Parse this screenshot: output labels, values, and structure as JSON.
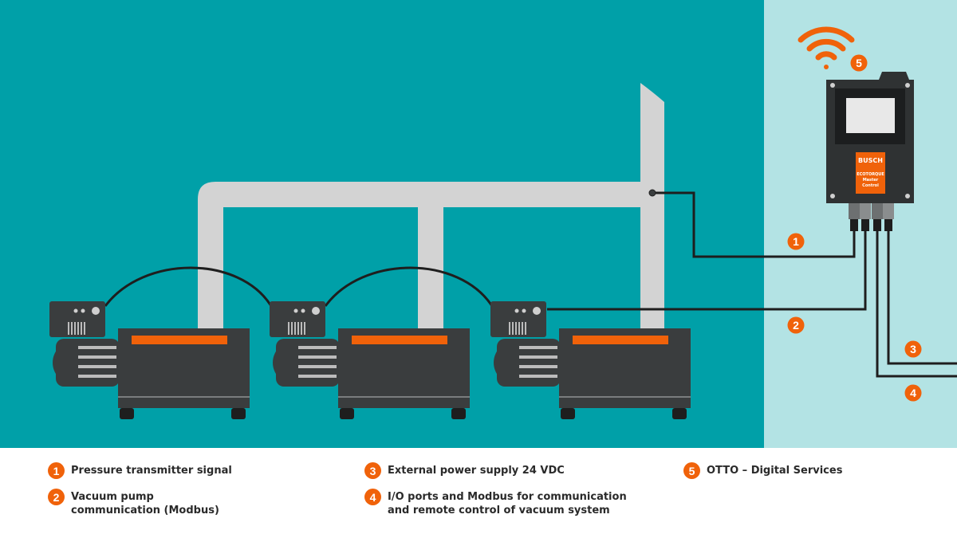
{
  "colors": {
    "background_teal": "#00a0a8",
    "panel_light": "#b3e3e4",
    "pipe_gray": "#d3d3d3",
    "pump_dark": "#3a3d3e",
    "accent_orange": "#f0620a",
    "cable_black": "#1e1e1e"
  },
  "controller": {
    "brand": "BUSCH",
    "product_line1": "ECOTORQUE",
    "product_line2": "Master",
    "product_line3": "Control"
  },
  "markers": {
    "m1": "1",
    "m2": "2",
    "m3": "3",
    "m4": "4",
    "m5": "5"
  },
  "legend": {
    "item1": {
      "number": "1",
      "lines": [
        "Pressure transmitter signal"
      ]
    },
    "item2": {
      "number": "2",
      "lines": [
        "Vacuum pump",
        "communication (Modbus)"
      ]
    },
    "item3": {
      "number": "3",
      "lines": [
        "External power supply 24 VDC"
      ]
    },
    "item4": {
      "number": "4",
      "lines": [
        "I/O ports and Modbus for communication",
        "and remote control of vacuum system"
      ]
    },
    "item5": {
      "number": "5",
      "lines": [
        "OTTO – Digital Services"
      ]
    }
  },
  "icons": {
    "wifi": "wifi-icon"
  }
}
